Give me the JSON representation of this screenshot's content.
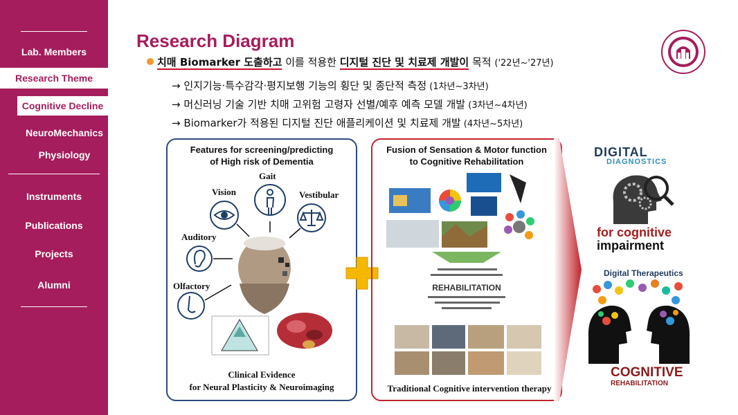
{
  "sidebar": {
    "items": [
      {
        "label": "Lab. Members"
      },
      {
        "label": "Research Theme"
      },
      {
        "label": "Cognitive Decline"
      },
      {
        "label": "NeuroMechanics"
      },
      {
        "label": "Physiology"
      },
      {
        "label": "Instruments"
      },
      {
        "label": "Publications"
      },
      {
        "label": "Projects"
      },
      {
        "label": "Alumni"
      }
    ],
    "active": "Research Theme",
    "active_sub": "Cognitive Decline"
  },
  "colors": {
    "brand": "#a51d5c",
    "accent_red": "#c0232c",
    "navy": "#2c4a7a",
    "plus": "#f5b800"
  },
  "header": {
    "title": "Research Diagram",
    "objective": {
      "part1": "치매 Biomarker 도출하고",
      "part2": " 이를 적용한 ",
      "part3": "디지털 진단 및 치료제 개발이",
      "part4": " 목적 ",
      "period": "('22년~'27년)"
    },
    "subitems": [
      {
        "text": "→ 인지기능·특수감각·평지보행 기능의 횡단 및 종단적 측정",
        "period": " (1차년~3차년)"
      },
      {
        "text": "→ 머신러닝 기술 기반 치매 고위험 고령자 선별/예후 예측 모델 개발",
        "period": " (3차년~4차년)"
      },
      {
        "text": "→ Biomarker가 적용된 디지털 진단 애플리케이션 및 치료제 개발",
        "period": " (4차년~5차년)"
      }
    ]
  },
  "panel_left": {
    "title_line1": "Features for screening/predicting",
    "title_line2": "of High risk of Dementia",
    "labels": {
      "gait": "Gait",
      "vision": "Vision",
      "vestibular": "Vestibular",
      "auditory": "Auditory",
      "olfactory": "Olfactory"
    },
    "bottom_line1": "Clinical Evidence",
    "bottom_line2": "for Neural Plasticity & Neuroimaging"
  },
  "panel_mid": {
    "title_line1": "Fusion of Sensation & Motor function",
    "title_line2": "to Cognitive Rehabilitation",
    "center_word": "REHABILITATION",
    "bottom": "Traditional Cognitive intervention therapy"
  },
  "right": {
    "dd_line1": "DIGITAL",
    "dd_line2": "DIAGNOSTICS",
    "dd_caption1": "for cognitive",
    "dd_caption2": "impairment",
    "dt_title": "Digital Therapeutics",
    "dt_caption1": "COGNITIVE",
    "dt_caption2": "REHABILITATION"
  }
}
